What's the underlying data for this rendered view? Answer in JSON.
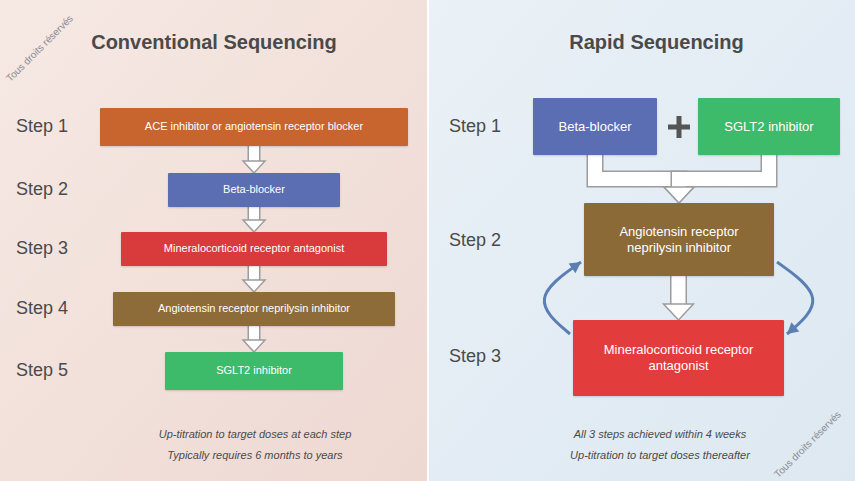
{
  "diagram": {
    "nodes": [
      {
        "text": [
          "Conventional Sequencing"
        ]
      },
      {
        "text": [
          "ACE inhibitor or angiotensin receptor blocker"
        ],
        "in": 0
      },
      {
        "text": [
          "Beta-blocker"
        ],
        "in": 0
      },
      {
        "text": [
          "Mineralocorticoid receptor antagonist"
        ],
        "in": 0
      },
      {
        "text": [
          "Angiotensin receptor neprilysin inhibitor"
        ],
        "in": 0
      },
      {
        "text": [
          "SGLT2 inhibitor"
        ],
        "in": 0
      },
      {
        "text": [
          "Rapid Sequencing"
        ]
      },
      {
        "text": [
          "Beta-blocker"
        ],
        "in": 6
      },
      {
        "text": [
          "SGLT2 inhibitor"
        ],
        "in": 6
      },
      {
        "text": [
          "Angiotensin receptor neprilysin inhibitor"
        ],
        "in": 6
      },
      {
        "text": [
          "Mineralocorticoid receptor antagonist"
        ],
        "in": 6
      }
    ],
    "edges": [
      {
        "from": 1,
        "to": 2,
        "arrow": "to"
      },
      {
        "from": 2,
        "to": 3,
        "arrow": "to"
      },
      {
        "from": 3,
        "to": 4,
        "arrow": "to"
      },
      {
        "from": 4,
        "to": 5,
        "arrow": "to"
      },
      {
        "from": 7,
        "to": 9,
        "arrow": "to"
      },
      {
        "from": 8,
        "to": 9,
        "arrow": "to"
      },
      {
        "from": 9,
        "to": 10,
        "arrow": "to"
      },
      {
        "from": 10,
        "to": 9,
        "arrow": "to"
      },
      {
        "from": 9,
        "to": 10,
        "arrow": "to"
      }
    ],
    "labels": [
      "Step 1",
      "Step 2",
      "Step 3",
      "Step 4",
      "Step 5",
      "Step 1",
      "Step 2",
      "Step 3",
      "Up-titration to target doses at each step",
      "Typically requires 6 months to years",
      "All 3 steps achieved within 4 weeks",
      "Up-titration to target doses thereafter",
      "Tous droits réservés",
      "Tous droits réservés"
    ]
  }
}
